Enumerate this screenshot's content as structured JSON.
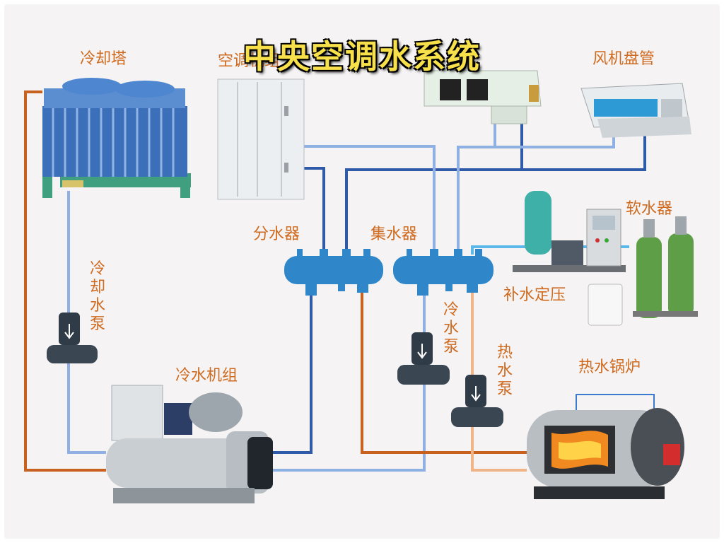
{
  "title": "中央空调水系统",
  "labels": {
    "cooling_tower": "冷却塔",
    "air_handler": "空调机组",
    "fan_coil": "风机盘管",
    "water_divider": "分水器",
    "water_collector": "集水器",
    "water_softener": "软水器",
    "makeup_pressure": "补水定压",
    "cooling_water_pump": "冷却水泵",
    "chilled_water_pump": "冷水泵",
    "hot_water_pump": "热水泵",
    "chiller": "冷水机组",
    "boiler": "热水锅炉"
  },
  "colors": {
    "supply_dark_blue": "#2f5aa8",
    "return_light_blue": "#8fb0e3",
    "hot_orange": "#c8611e",
    "hot_light": "#f0b486",
    "makeup_cyan": "#5ab8ea",
    "label_orange": "#cf6a1e",
    "title_yellow": "#f7e04a"
  }
}
